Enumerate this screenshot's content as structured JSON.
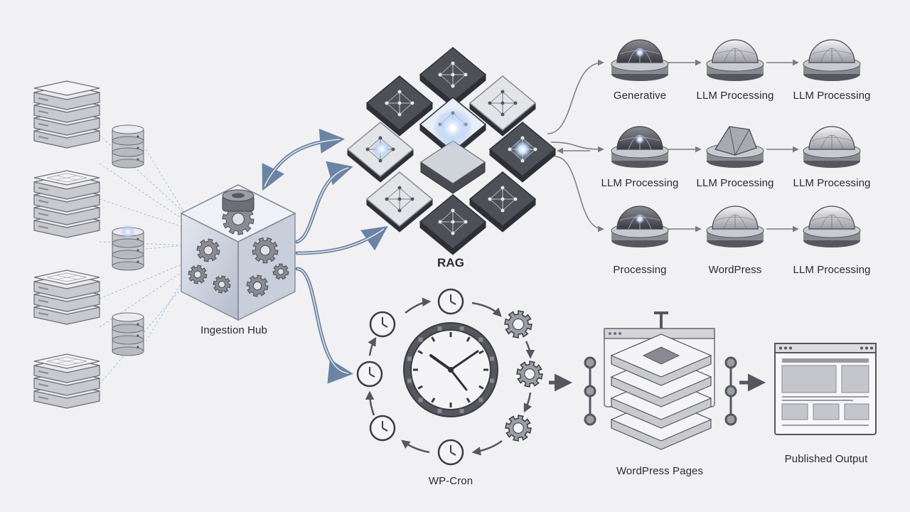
{
  "labels": {
    "ingestion_hub": "Ingestion Hub",
    "rag": "RAG",
    "wp_cron": "WP-Cron",
    "wordpress_pages": "WordPress Pages",
    "published_output": "Published Output"
  },
  "pipeline_rows": [
    [
      "Generative",
      "LLM Processing",
      "LLM Processing"
    ],
    [
      "LLM Processing",
      "LLM Processing",
      "LLM Processing"
    ],
    [
      "Processing",
      "WordPress",
      "LLM Processing"
    ]
  ],
  "colors": {
    "arrow_blue": "#6b84a3",
    "glow_blue": "#8fb3e8",
    "dark_tile": "#4e5058",
    "light_tile": "#e3e4e8",
    "outline": "#55565e"
  }
}
